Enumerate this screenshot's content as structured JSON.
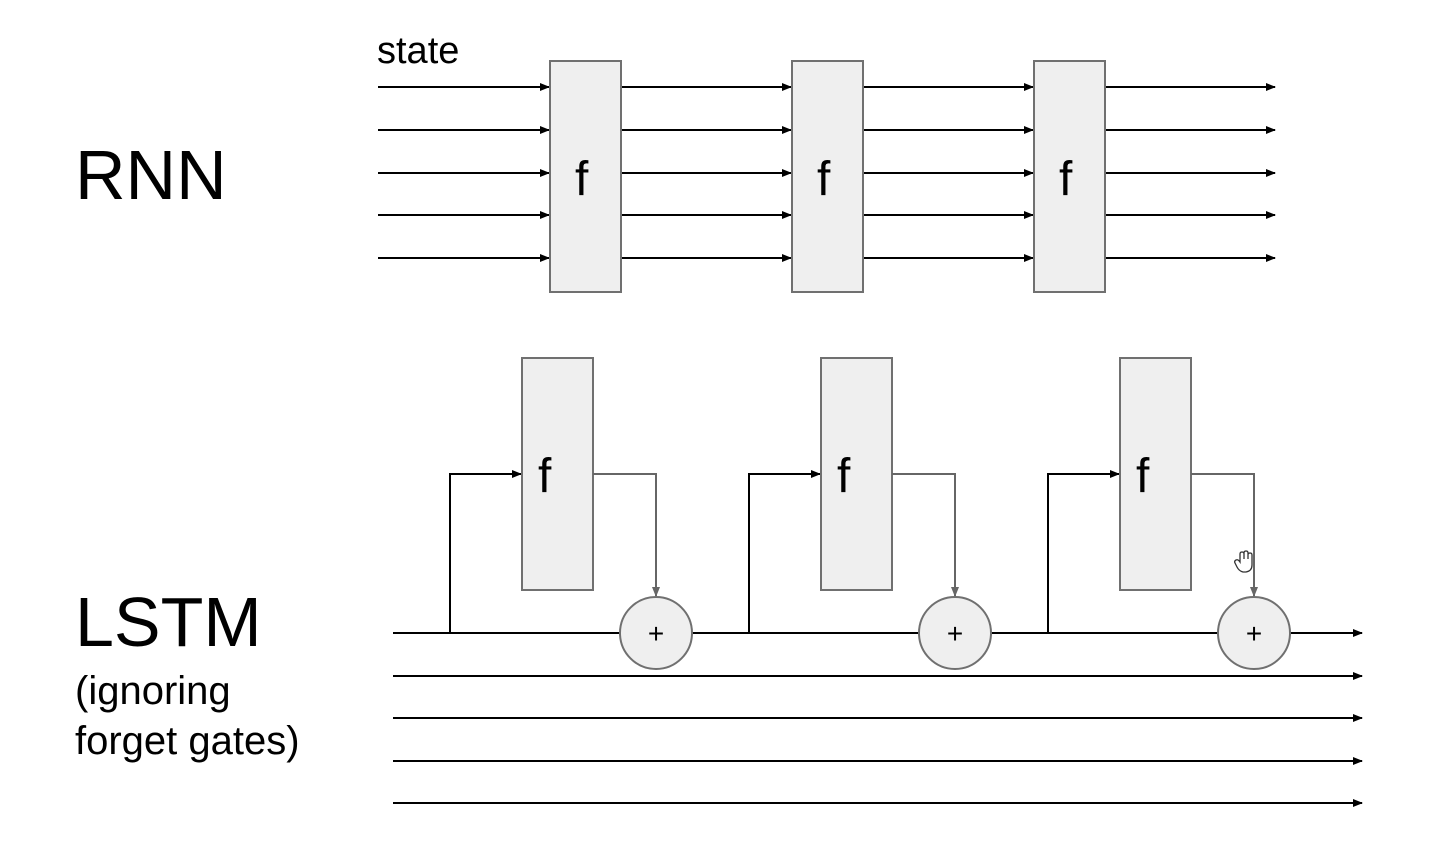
{
  "rnn": {
    "title": "RNN",
    "state_label": "state",
    "cell_label": "f"
  },
  "lstm": {
    "title": "LSTM",
    "subtitle_lines": [
      "(ignoring",
      "forget gates)"
    ],
    "cell_label": "f",
    "add_label": "+"
  },
  "colors": {
    "box_fill": "#efefef",
    "box_stroke": "#707070",
    "line": "#000000",
    "gate_line": "#666666"
  },
  "icons": {
    "cursor": "hand-cursor-icon"
  }
}
